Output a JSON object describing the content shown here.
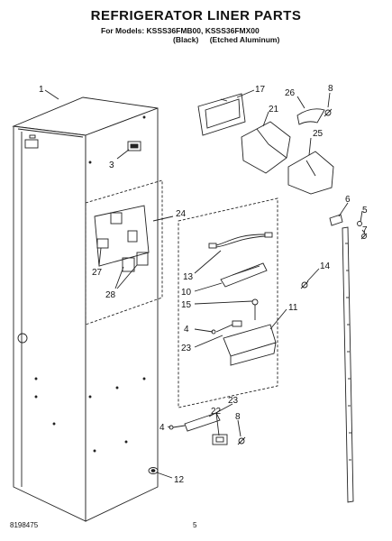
{
  "header": {
    "title": "REFRIGERATOR LINER PARTS",
    "models_line": "For Models: KSSS36FMB00, KSSS36FMX00",
    "variant_1": "(Black)",
    "variant_2": "(Etched Aluminum)"
  },
  "callouts": {
    "c1": "1",
    "c3": "3",
    "c17": "17",
    "c26": "26",
    "c8a": "8",
    "c21": "21",
    "c25": "25",
    "c24": "24",
    "c6": "6",
    "c5": "5",
    "c7": "7",
    "c27": "27",
    "c13": "13",
    "c14": "14",
    "c28": "28",
    "c10": "10",
    "c15": "15",
    "c11": "11",
    "c4a": "4",
    "c23a": "23",
    "c23b": "23",
    "c4b": "4",
    "c22": "22",
    "c8b": "8",
    "c12": "12"
  },
  "footer": {
    "doc_number": "8198475",
    "page_number": "5"
  }
}
